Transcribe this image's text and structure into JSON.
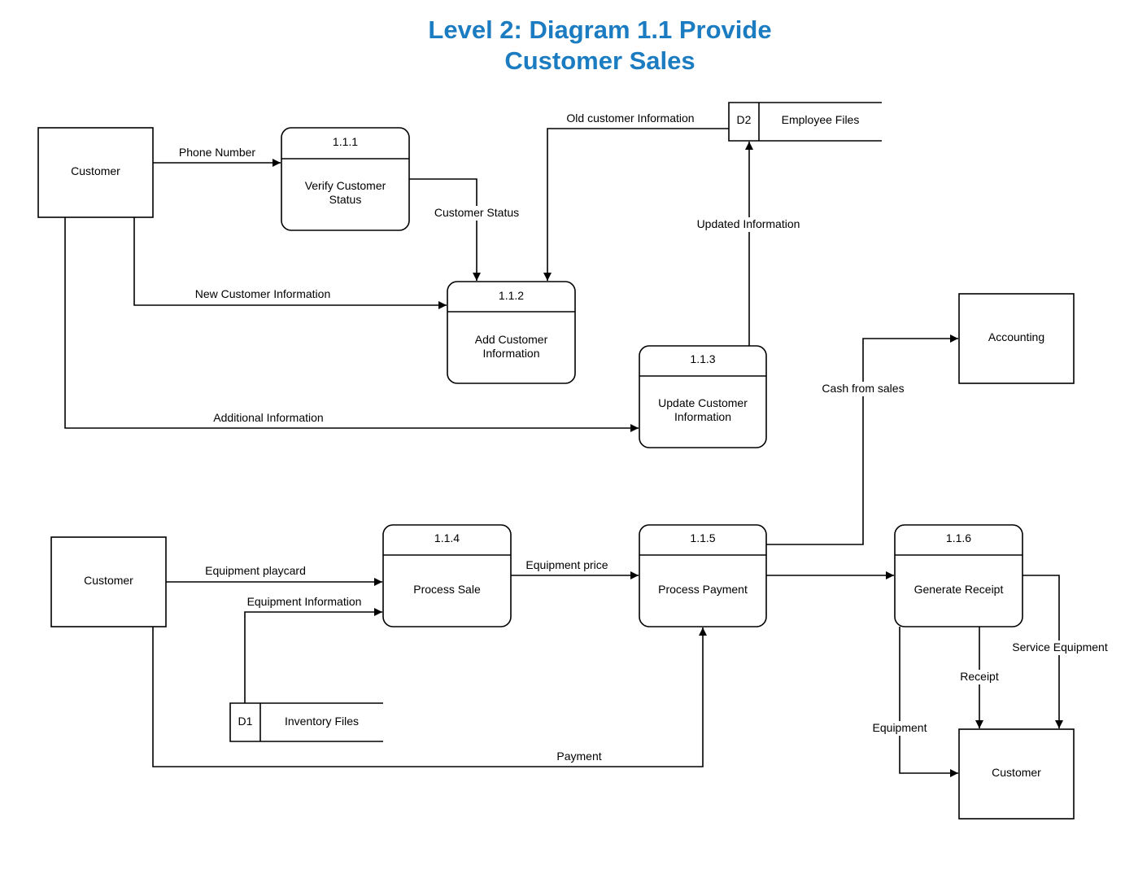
{
  "title": {
    "line1": "Level 2: Diagram 1.1 Provide",
    "line2": "Customer Sales"
  },
  "entities": {
    "customer_top": "Customer",
    "customer_bottom_left": "Customer",
    "customer_bottom_right": "Customer",
    "accounting": "Accounting"
  },
  "processes": [
    {
      "id": "1.1.1",
      "line1": "Verify Customer",
      "line2": "Status"
    },
    {
      "id": "1.1.2",
      "line1": "Add Customer",
      "line2": "Information"
    },
    {
      "id": "1.1.3",
      "line1": "Update Customer",
      "line2": "Information"
    },
    {
      "id": "1.1.4",
      "line1": "Process Sale",
      "line2": ""
    },
    {
      "id": "1.1.5",
      "line1": "Process Payment",
      "line2": ""
    },
    {
      "id": "1.1.6",
      "line1": "Generate Receipt",
      "line2": ""
    }
  ],
  "datastores": [
    {
      "id": "D2",
      "name": "Employee Files"
    },
    {
      "id": "D1",
      "name": "Inventory Files"
    }
  ],
  "flows": {
    "phone_number": "Phone Number",
    "customer_status": "Customer Status",
    "old_customer_information": "Old customer Information",
    "new_customer_information": "New Customer Information",
    "updated_information": "Updated Information",
    "additional_information": "Additional Information",
    "cash_from_sales": "Cash from sales",
    "equipment_playcard": "Equipment playcard",
    "equipment_information": "Equipment Information",
    "equipment_price": "Equipment price",
    "payment": "Payment",
    "service_equipment": "Service Equipment",
    "receipt": "Receipt",
    "equipment": "Equipment"
  }
}
